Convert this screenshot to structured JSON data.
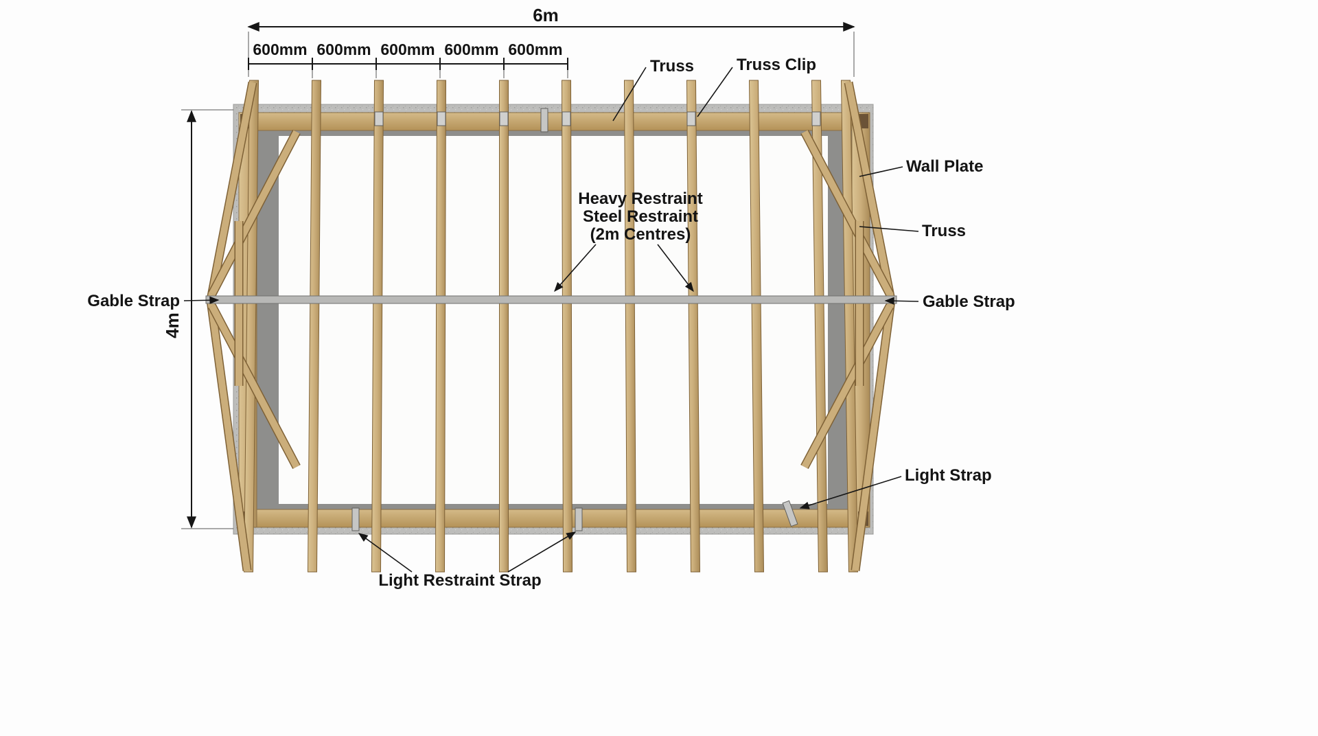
{
  "dimensions": {
    "total_width": "6m",
    "height": "4m",
    "bays": [
      "600mm",
      "600mm",
      "600mm",
      "600mm",
      "600mm"
    ]
  },
  "labels": {
    "truss_top": "Truss",
    "truss_clip": "Truss Clip",
    "wall_plate": "Wall Plate",
    "truss_right": "Truss",
    "gable_strap_left": "Gable Strap",
    "gable_strap_right": "Gable Strap",
    "heavy_restraint": {
      "line1": "Heavy Restraint",
      "line2": "Steel Restraint",
      "line3": "(2m Centres)"
    },
    "light_strap": "Light Strap",
    "light_restraint_strap": "Light Restraint Strap"
  },
  "colors": {
    "wood": "#cbae7b",
    "wood_edge": "#7e6136",
    "wall_outer": "#bdbdbb",
    "wall_inner": "#8e8e8c",
    "steel_strap": "#b8b8b6",
    "line": "#161616",
    "background": "#fdfdfd"
  }
}
